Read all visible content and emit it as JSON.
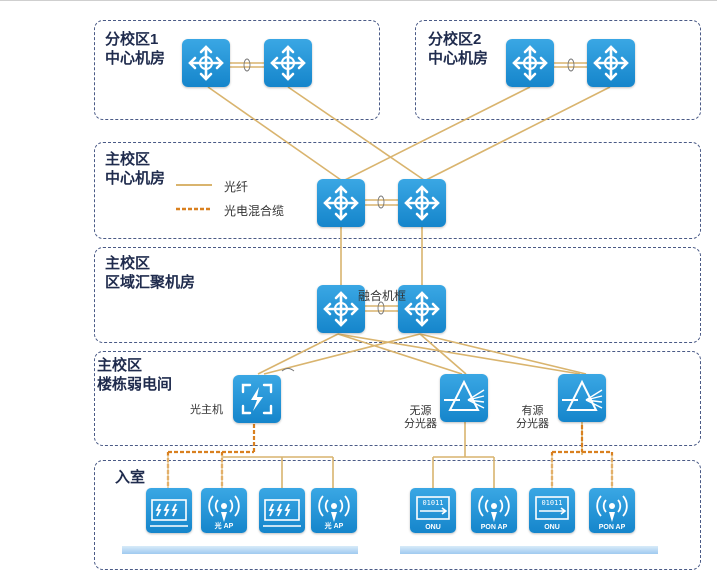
{
  "zones": {
    "branch1": {
      "title": "分校区1\n中心机房"
    },
    "branch2": {
      "title": "分校区2\n中心机房"
    },
    "main_center": {
      "title": "主校区\n中心机房"
    },
    "main_agg": {
      "title": "主校区\n区域汇聚机房"
    },
    "main_building": {
      "title": "主校区\n楼栋弱电间"
    },
    "indoor": {
      "title": "入室"
    }
  },
  "legend": {
    "fiber": "光纤",
    "hybrid": "光电混合缆"
  },
  "labels": {
    "fusion_frame": "融合机框",
    "optical_host": "光主机",
    "passive_splitter": "无源\n分光器",
    "active_splitter": "有源\n分光器"
  },
  "device_tags": {
    "optical_ap": "光 AP",
    "onu": "ONU",
    "pon_ap": "PON AP",
    "onu_code": "01011"
  },
  "colors": {
    "device": "#1f8fd6",
    "fiber": "#d9b46e",
    "hybrid": "#d9801f",
    "zone_border": "#4a5a86"
  }
}
